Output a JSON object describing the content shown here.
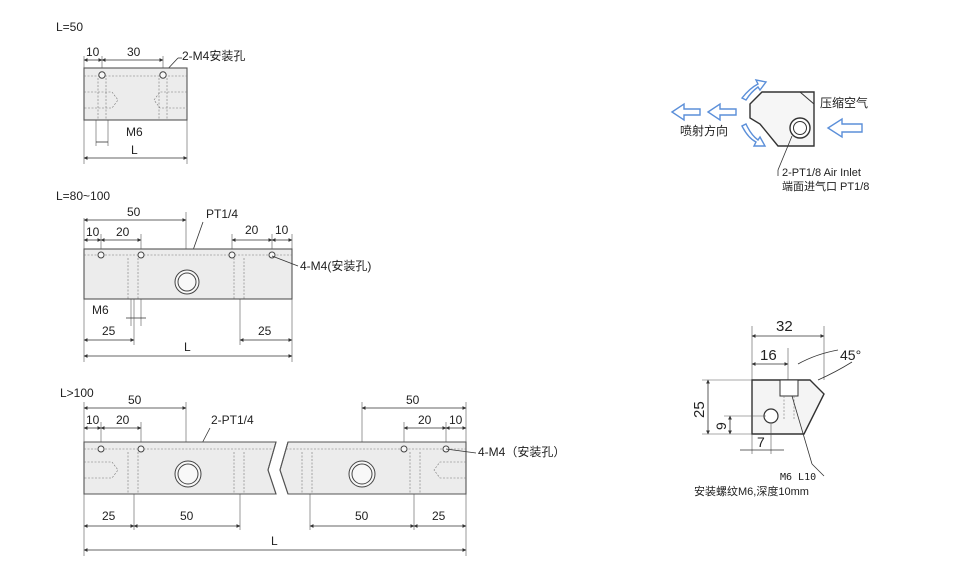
{
  "section1": {
    "title": "L=50",
    "dim_10": "10",
    "dim_30": "30",
    "callout": "2-M4安装孔",
    "thread": "M6",
    "length": "L"
  },
  "section2": {
    "title": "L=80~100",
    "dim_50": "50",
    "dim_10_left": "10",
    "dim_20_left": "20",
    "port_callout": "PT1/4",
    "dim_20_right": "20",
    "dim_10_right": "10",
    "hole_callout": "4-M4(安装孔)",
    "thread": "M6",
    "dim_25_left": "25",
    "dim_25_right": "25",
    "length": "L"
  },
  "section3": {
    "title": "L>100",
    "dim_50_left": "50",
    "dim_50_right": "50",
    "dim_10_left": "10",
    "dim_20_left": "20",
    "port_callout": "2-PT1/4",
    "dim_20_right": "20",
    "dim_10_right": "10",
    "hole_callout": "4-M4（安装孔）",
    "bot_25_left": "25",
    "bot_50_left": "50",
    "bot_50_right": "50",
    "bot_25_right": "25",
    "length": "L"
  },
  "air": {
    "compressed": "压缩空气",
    "spray": "喷射方向",
    "inlet_en": "2-PT1/8 Air Inlet",
    "inlet_cn": "端面进气口 PT1/8"
  },
  "profile": {
    "dim_32": "32",
    "dim_16": "16",
    "angle": "45°",
    "dim_25": "25",
    "dim_9": "9",
    "dim_7": "7",
    "screw": "M6 L10",
    "note": "安装螺纹M6,深度10mm"
  },
  "colors": {
    "body_fill": "#ececec",
    "outline": "#555555",
    "air_arrow": "#5b8fd9"
  }
}
